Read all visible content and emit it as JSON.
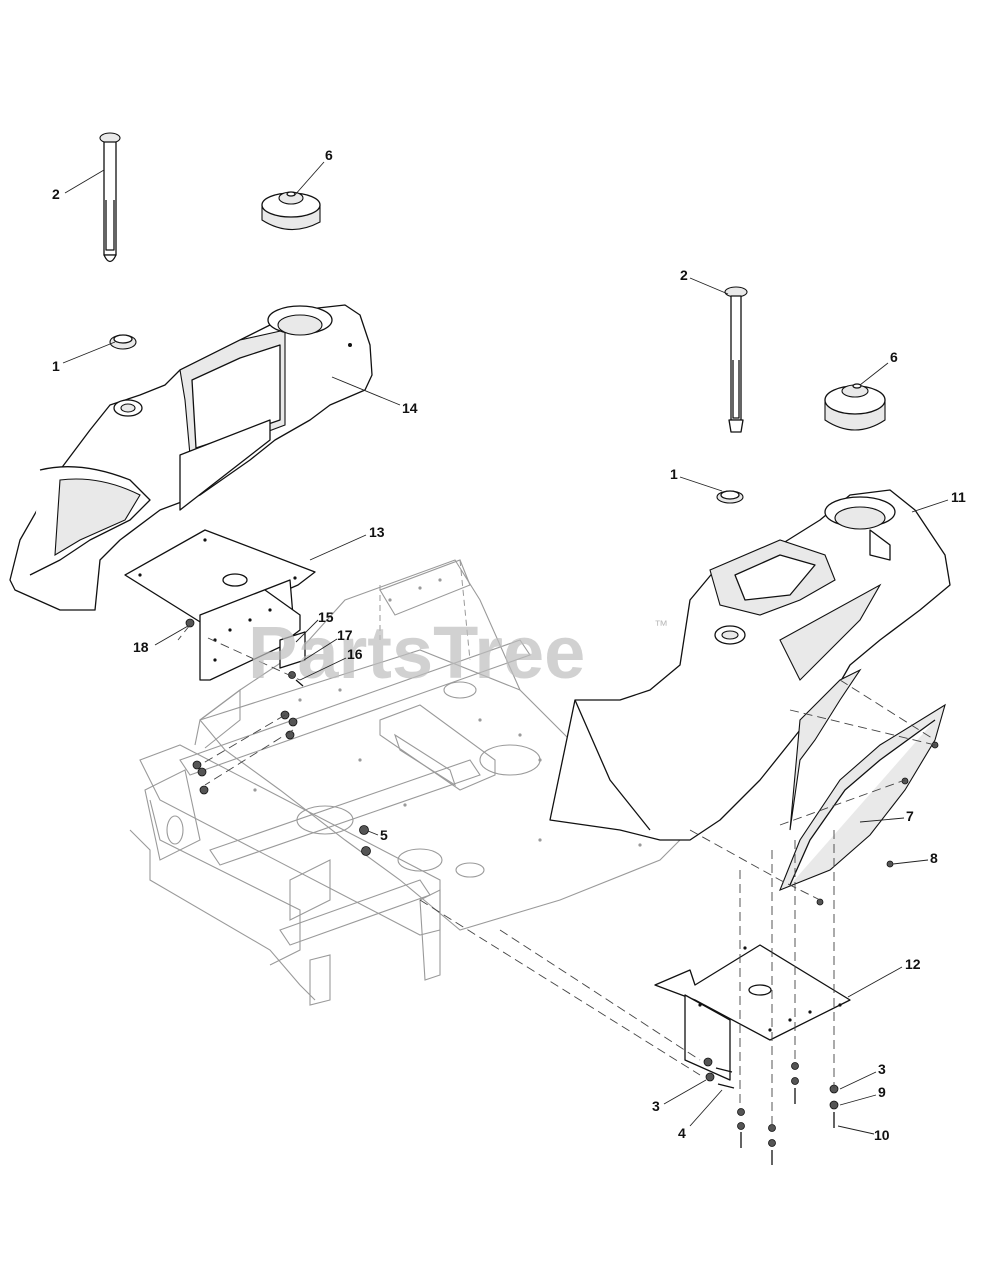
{
  "watermark": {
    "text": "PartsTree",
    "tm": "™"
  },
  "callouts": {
    "left_dipstick": "2",
    "left_cap": "6",
    "left_bushing": "1",
    "left_tank": "14",
    "left_bracket": "13",
    "left_nut": "18",
    "left_plate": "15",
    "left_clip": "17",
    "left_bolt": "16",
    "frame_nut": "5",
    "right_dipstick": "2",
    "right_cap": "6",
    "right_bushing": "1",
    "right_tank": "11",
    "right_cover": "7",
    "right_screw": "8",
    "right_bracket": "12",
    "washer_a": "3",
    "bolt_a": "4",
    "washer_b": "3",
    "washer_c": "9",
    "bolt_b": "10"
  }
}
